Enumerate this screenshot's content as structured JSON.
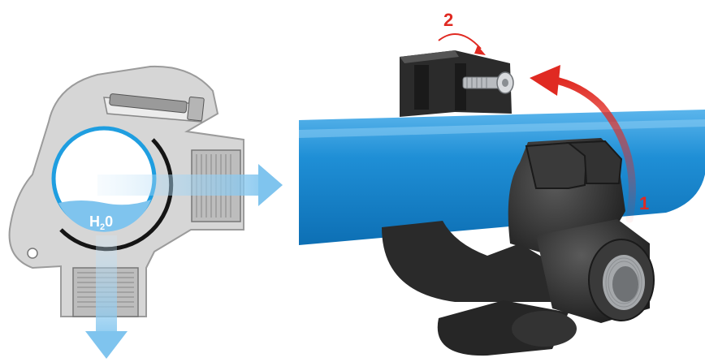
{
  "labels": {
    "water": "H",
    "water_sub": "2",
    "water_tail": "0",
    "step1": "1",
    "step2": "2"
  },
  "colors": {
    "pipe_blue": "#1f8fd6",
    "flow_blue": "#7fc4ee",
    "arrow_red": "#e02a22",
    "body_gray": "#d8d8d8",
    "clamp_black": "#2a2a2a"
  },
  "icons": {
    "cutaway": "saddle-clamp-cutaway-icon",
    "flow": "flow-arrow-icon",
    "rotate": "rotate-arrow-icon"
  }
}
